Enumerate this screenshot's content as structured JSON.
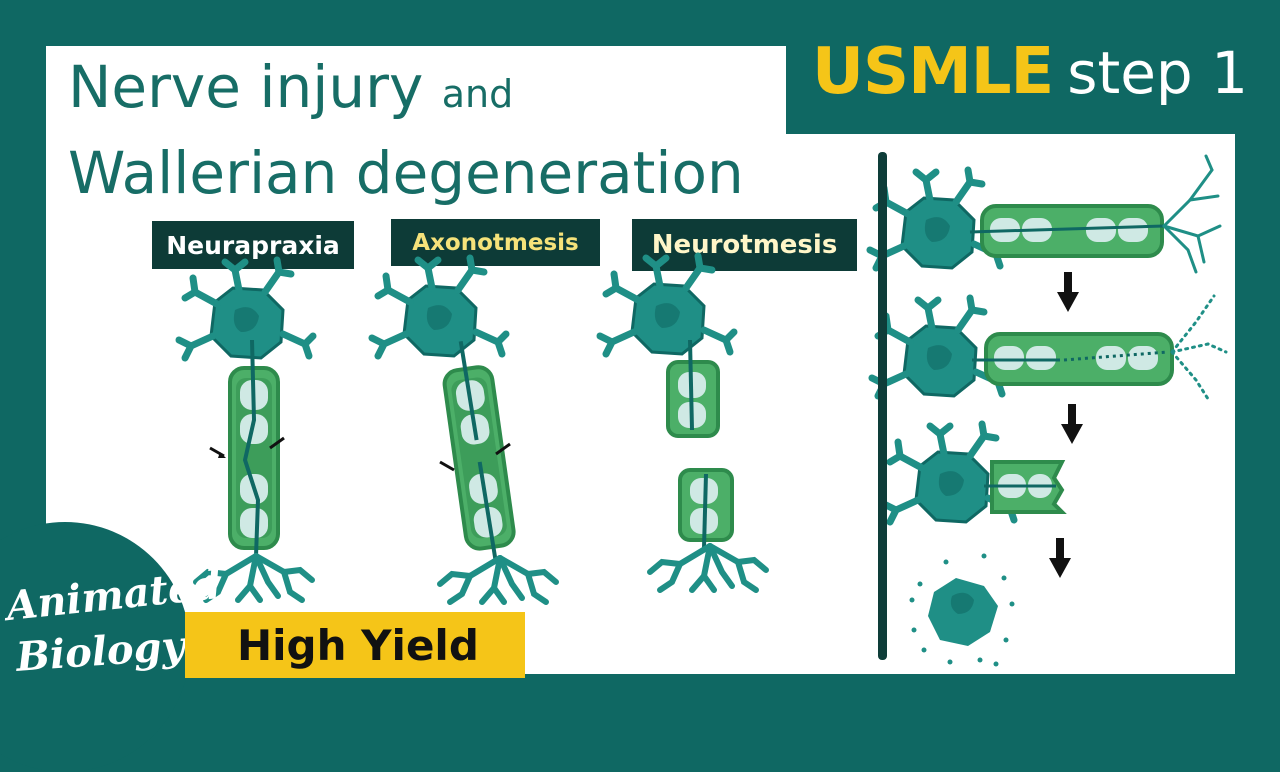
{
  "header": {
    "title_part_1": "Nerve injury",
    "title_part_1_small": "and",
    "title_part_2": "Wallerian degeneration",
    "exam_name": "USMLE",
    "exam_step": "step 1"
  },
  "injury_types": [
    {
      "label": "Neurapraxia"
    },
    {
      "label": "Axonotmesis"
    },
    {
      "label": "Neurotmesis"
    }
  ],
  "banner": {
    "text": "High Yield"
  },
  "logo": {
    "line_1": "Animated",
    "line_2": "Biology"
  },
  "colors": {
    "background": "#0f6863",
    "title_text": "#176d66",
    "accent_yellow": "#f5c518",
    "label_bg": "#0d3b37",
    "neuron_body": "#1f8f86",
    "myelin": "#4caf68"
  },
  "icons": [
    "neuron-cell-body-icon",
    "axon-icon",
    "arrow-down-icon",
    "pointer-arrow-icon"
  ]
}
